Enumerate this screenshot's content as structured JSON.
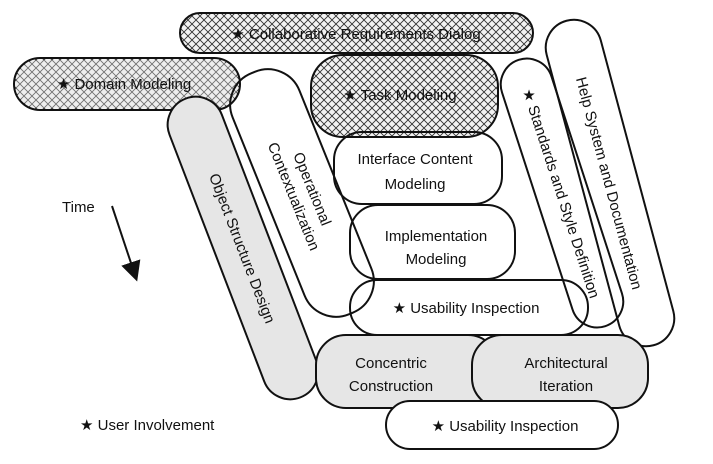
{
  "diagram": {
    "labels": {
      "collaborative": "★ Collaborative Requirements Dialog",
      "domain": "★ Domain Modeling",
      "task": "★ Task Modeling",
      "standards": "★ Standards and Style Definition",
      "help": "Help System and Documentation",
      "object_structure": "Object Structure Design",
      "operational_1": "Operational",
      "operational_2": "Contextualization",
      "interface_1": "Interface Content",
      "interface_2": "Modeling",
      "implementation_1": "Implementation",
      "implementation_2": "Modeling",
      "usability_inner": "★ Usability Inspection",
      "concentric_1": "Concentric",
      "concentric_2": "Construction",
      "architectural_1": "Architectural",
      "architectural_2": "Iteration",
      "usability_bottom": "★ Usability Inspection",
      "time": "Time",
      "legend": "★ User Involvement"
    },
    "colors": {
      "stroke": "#111111",
      "shade": "#e6e6e6",
      "hatch": "#333333"
    }
  }
}
